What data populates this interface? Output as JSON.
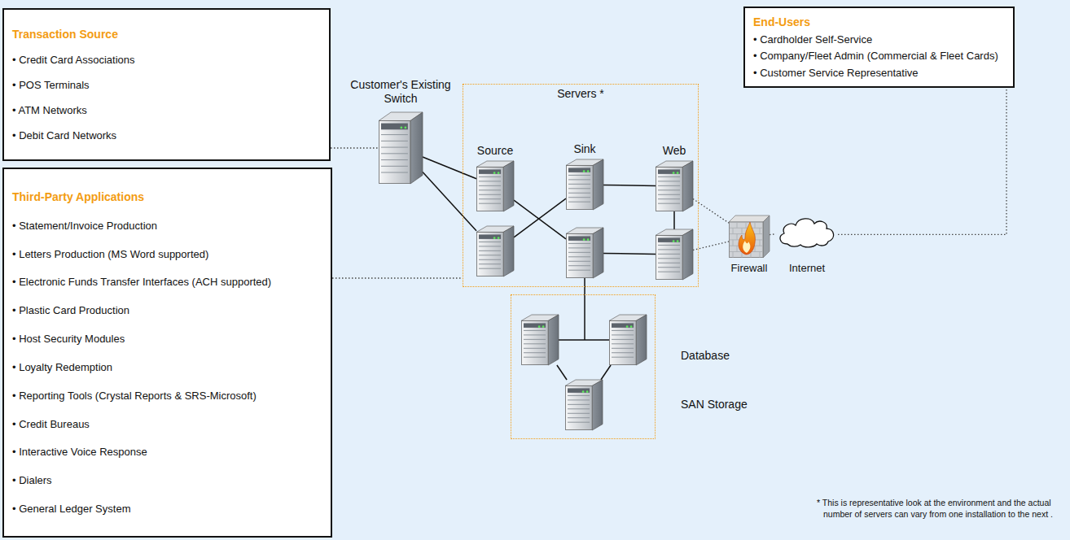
{
  "diagram": {
    "nodes": [
      {
        "text": [
          "Transaction Source",
          "• Credit Card Associations",
          "• POS Terminals",
          "• ATM Networks",
          "• Debit Card Networks"
        ]
      },
      {
        "text": [
          "Third-Party Applications",
          "• Statement/Invoice Production",
          "• Letters Production (MS Word supported)",
          "• Electronic Funds Transfer Interfaces (ACH supported)",
          "• Plastic Card Production",
          "• Host Security Modules",
          "• Loyalty Redemption",
          "• Reporting Tools (Crystal Reports & SRS-Microsoft)",
          "• Credit Bureaus",
          "• Interactive Voice Response",
          "• Dialers",
          "• General Ledger System"
        ]
      },
      {
        "text": [
          "End-Users",
          "• Cardholder Self-Service",
          "• Company/Fleet Admin (Commercial & Fleet Cards)",
          "• Customer Service Representative"
        ]
      },
      {
        "text": [
          "Customer's Existing Switch"
        ]
      },
      {
        "text": [
          "Servers *"
        ]
      },
      {
        "text": [
          "Source"
        ],
        "in": 4
      },
      {
        "text": [],
        "in": 4
      },
      {
        "text": [
          "Sink"
        ],
        "in": 4
      },
      {
        "text": [],
        "in": 4
      },
      {
        "text": [
          "Web"
        ],
        "in": 4
      },
      {
        "text": [],
        "in": 4
      },
      {
        "text": [
          "Database",
          "SAN Storage"
        ]
      },
      {
        "text": [],
        "in": 11
      },
      {
        "text": [],
        "in": 11
      },
      {
        "text": [],
        "in": 11
      },
      {
        "text": [
          "Firewall"
        ]
      },
      {
        "text": [
          "Internet"
        ]
      }
    ],
    "edges": [
      {
        "from": 0,
        "to": 3,
        "arrow": "none"
      },
      {
        "from": 1,
        "to": 4,
        "arrow": "none"
      },
      {
        "from": 3,
        "to": 5,
        "arrow": "none"
      },
      {
        "from": 3,
        "to": 6,
        "arrow": "none"
      },
      {
        "from": 5,
        "to": 8,
        "arrow": "none"
      },
      {
        "from": 6,
        "to": 7,
        "arrow": "none"
      },
      {
        "from": 7,
        "to": 9,
        "arrow": "none"
      },
      {
        "from": 9,
        "to": 10,
        "arrow": "none"
      },
      {
        "from": 8,
        "to": 10,
        "arrow": "none"
      },
      {
        "from": 8,
        "to": 11,
        "arrow": "none"
      },
      {
        "from": 12,
        "to": 13,
        "arrow": "none"
      },
      {
        "from": 12,
        "to": 14,
        "arrow": "none"
      },
      {
        "from": 13,
        "to": 14,
        "arrow": "none"
      },
      {
        "from": 9,
        "to": 15,
        "arrow": "none"
      },
      {
        "from": 10,
        "to": 15,
        "arrow": "none"
      },
      {
        "from": 15,
        "to": 16,
        "arrow": "none"
      },
      {
        "from": 16,
        "to": 2,
        "arrow": "none"
      }
    ],
    "labels": [
      "* This is representative look at the environment and the actual number of servers can vary from one installation to the next ."
    ]
  }
}
